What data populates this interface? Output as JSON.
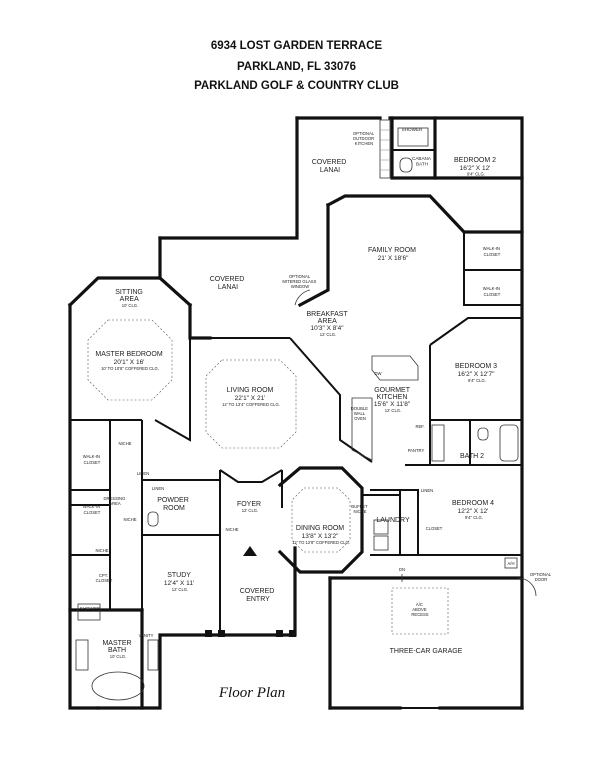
{
  "header": {
    "address": "6934 LOST GARDEN TERRACE",
    "city": "PARKLAND, FL 33076",
    "community": "PARKLAND GOLF & COUNTRY CLUB"
  },
  "caption": "Floor Plan",
  "rooms": {
    "optional_outdoor_kitchen": [
      "OPTIONAL",
      "OUTDOOR",
      "KITCHEN"
    ],
    "shower_top": "SHOWER",
    "cabana_bath": [
      "CABANA",
      "BATH"
    ],
    "bedroom2": {
      "name": "BEDROOM 2",
      "dims": "16'2\" X 12'",
      "clg": "9'4\" CLG."
    },
    "covered_lanai_top": [
      "COVERED",
      "LANAI"
    ],
    "family_room": {
      "name": "FAMILY ROOM",
      "dims": "21' X 18'6\""
    },
    "walkin_closet_r1": [
      "WALK-IN",
      "CLOSET"
    ],
    "walkin_closet_r2": [
      "WALK-IN",
      "CLOSET"
    ],
    "covered_lanai_left": [
      "COVERED",
      "LANAI"
    ],
    "optional_window": [
      "OPTIONAL",
      "MITERED GLASS",
      "WINDOW"
    ],
    "sitting_area": {
      "name": [
        "SITTING",
        "AREA"
      ],
      "clg": "10' CLG."
    },
    "breakfast_area": {
      "name": [
        "BREAKFAST",
        "AREA"
      ],
      "dims": "10'3\" X 8'4\"",
      "clg": "12' CLG."
    },
    "master_bedroom": {
      "name": "MASTER BEDROOM",
      "dims": "20'1\" X 16'",
      "clg": "10' TO 10'8\" COFFERED CLG."
    },
    "living_room": {
      "name": "LIVING ROOM",
      "dims": "22'1\" X 21'",
      "clg": "12' TO 13'4\" COFFERED CLG."
    },
    "bedroom3": {
      "name": "BEDROOM 3",
      "dims": "16'2\" X 12'7\"",
      "clg": "9'4\" CLG."
    },
    "gourmet_kitchen": {
      "name": [
        "GOURMET",
        "KITCHEN"
      ],
      "dims": "15'6\" X 11'8\"",
      "clg": "12' CLG."
    },
    "dw": "DW",
    "double_wall_oven": [
      "DOUBLE",
      "WALL",
      "OVEN"
    ],
    "ref": "REF.",
    "pantry": "PANTRY",
    "bath2": "BATH 2",
    "niche_1": "NICHE",
    "walkin_closet_left1": [
      "WALK-IN",
      "CLOSET"
    ],
    "linen_1": "LINEN",
    "linen_2": "LINEN",
    "linen_3": "LINEN",
    "dressing_area": [
      "DRESSING",
      "AREA"
    ],
    "powder_room": [
      "POWDER",
      "ROOM"
    ],
    "niche_2": "NICHE",
    "foyer": {
      "name": "FOYER",
      "clg": "12' CLG."
    },
    "dining_room": {
      "name": "DINING ROOM",
      "dims": "13'8\" X 13'2\"",
      "clg": "12' TO 12'8\" COFFERED CLG."
    },
    "buffet_niche": [
      "BUFFET",
      "NICHE"
    ],
    "laundry": "LAUNDRY",
    "bedroom4": {
      "name": "BEDROOM 4",
      "dims": "12'2\" X 12'",
      "clg": "9'4\" CLG."
    },
    "closet_b4": "CLOSET",
    "walkin_closet_left2": [
      "WALK-IN",
      "CLOSET"
    ],
    "niche_3": "NICHE",
    "niche_4": "NICHE",
    "cpt_closet": [
      "CPT.",
      "CLOSET"
    ],
    "study": {
      "name": "STUDY",
      "dims": "12'4\" X 11'",
      "clg": "12' CLG."
    },
    "covered_entry": [
      "COVERED",
      "ENTRY"
    ],
    "dn": "DN",
    "ah": "A/H",
    "ac_recess": [
      "A/C",
      "ABOVE",
      "RECESS"
    ],
    "optional_door": [
      "OPTIONAL",
      "DOOR"
    ],
    "shower_master": "SHOWER",
    "vanity": "VANITY",
    "master_bath": {
      "name": [
        "MASTER",
        "BATH"
      ],
      "clg": "10' CLG."
    },
    "garage": "THREE-CAR GARAGE"
  }
}
